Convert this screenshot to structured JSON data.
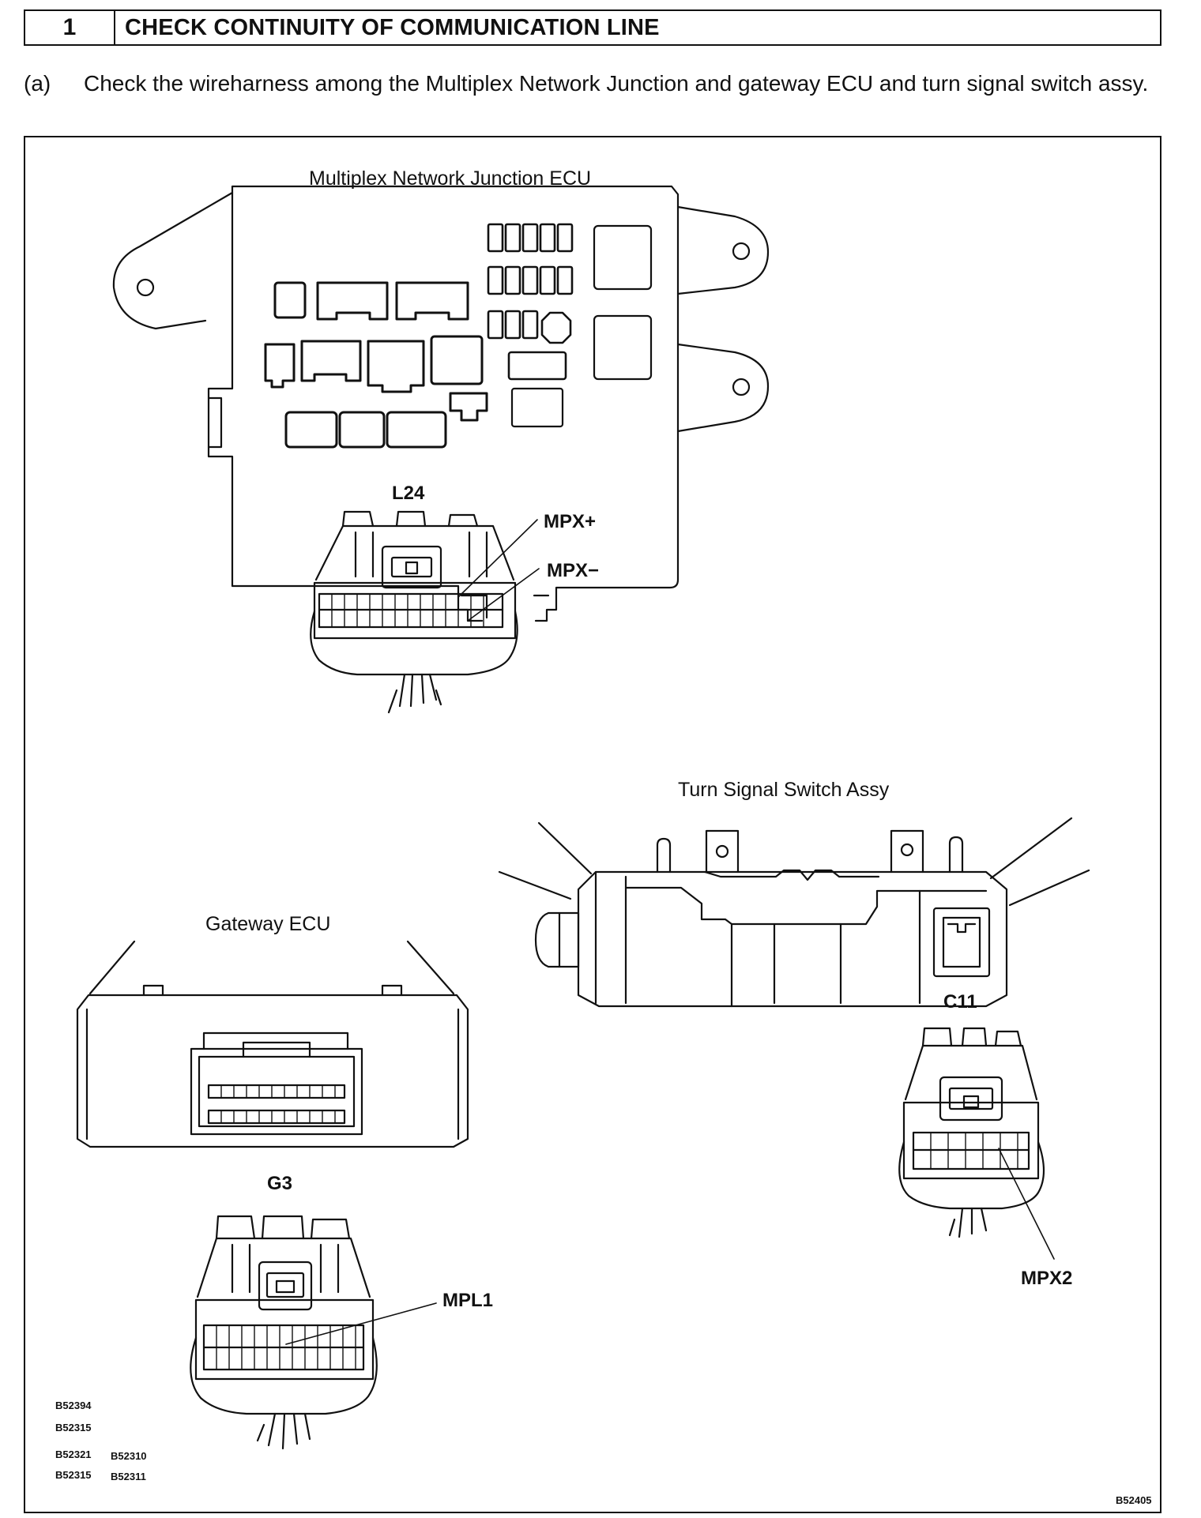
{
  "header": {
    "step_number": "1",
    "title": "CHECK CONTINUITY OF COMMUNICATION LINE"
  },
  "instruction": {
    "label": "(a)",
    "text": "Check the wireharness among the Multiplex Network Junction and gateway ECU and turn signal switch assy."
  },
  "figure": {
    "junction_ecu_label": "Multiplex Network Junction ECU",
    "connector_l24": {
      "name": "L24",
      "pins": [
        "MPX+",
        "MPX−"
      ]
    },
    "turn_signal_label": "Turn Signal Switch Assy",
    "gateway_label": "Gateway ECU",
    "connector_c11": {
      "name": "C11",
      "pin": "MPX2"
    },
    "connector_g3": {
      "name": "G3",
      "pin": "MPL1"
    },
    "ref_codes": [
      "B52394",
      "B52315",
      "B52321",
      "B52310",
      "B52315",
      "B52311"
    ],
    "figure_code": "B52405"
  }
}
